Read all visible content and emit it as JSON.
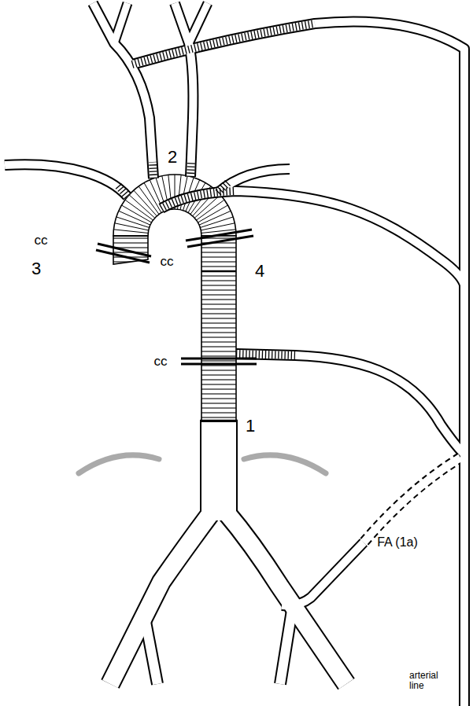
{
  "diagram": {
    "labels": [
      "2",
      "cc",
      "3",
      "cc",
      "4",
      "cc",
      "1",
      "FA (1a)",
      "arterial line"
    ]
  }
}
